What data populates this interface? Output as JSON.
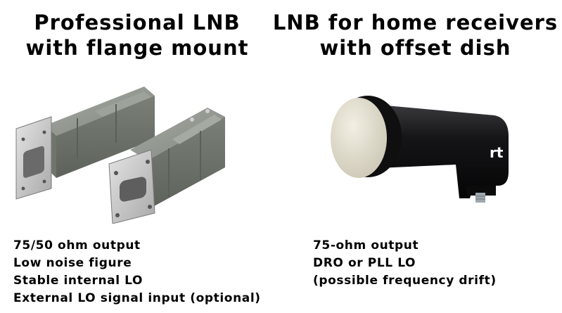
{
  "left": {
    "title_line1": "Professional LNB",
    "title_line2": "with flange mount",
    "features": [
      "75/50 ohm output",
      "Low noise figure",
      "Stable internal LO",
      "External LO signal input (optional)"
    ],
    "image": {
      "subject": "two-flange-mount-lnbs",
      "color": "#8b9088"
    }
  },
  "right": {
    "title_line1": "LNB for home receivers",
    "title_line2": "with offset dish",
    "features": [
      "75-ohm output",
      "DRO or PLL LO",
      "(possible frequency drift)"
    ],
    "image": {
      "subject": "consumer-offset-lnb",
      "color": "#1c1c1e"
    }
  }
}
